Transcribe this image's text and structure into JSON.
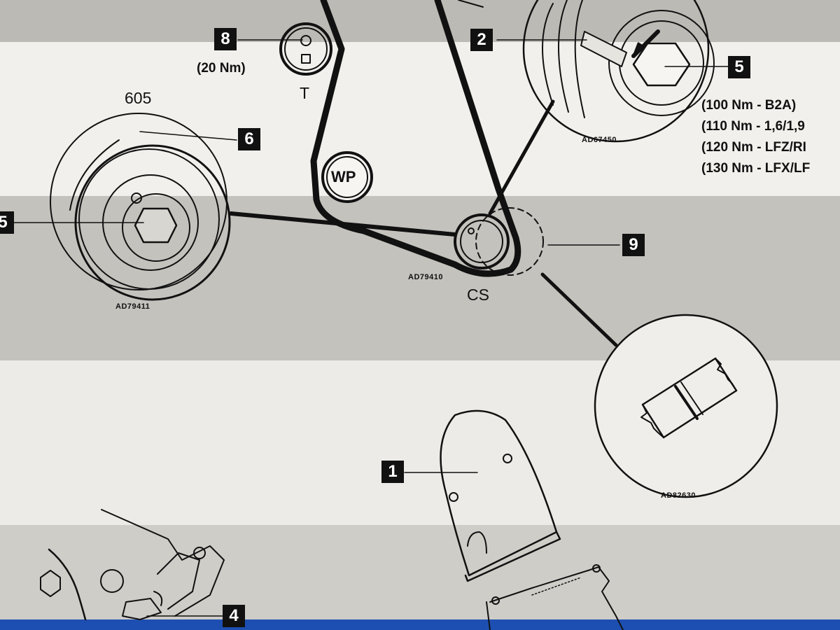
{
  "page": {
    "background_bands": [
      "#bcbab5",
      "#f1f0ec",
      "#c4c2bd",
      "#ecebe7",
      "#cfcdc8",
      "#1d4fb2"
    ]
  },
  "callouts": {
    "c1": "1",
    "c2": "2",
    "c4": "4",
    "c5_left": "5",
    "c5_right": "5",
    "c6": "6",
    "c8": "8",
    "c9": "9"
  },
  "labels": {
    "tensioner_torque": "(20 Nm)",
    "tensioner": "T",
    "water_pump": "WP",
    "crankshaft": "CS",
    "pulley_605": "605"
  },
  "figure_codes": {
    "cam_pulley": "AD67450",
    "left_pulley": "AD79411",
    "crank_pulley": "AD79410",
    "detail": "AD82630"
  },
  "torque_specs": [
    "(100 Nm - B2A)",
    "(110 Nm - 1,6/1,9",
    "(120 Nm - LFZ/RI",
    "(130 Nm - LFX/LF"
  ],
  "icons": {
    "belt": "timing-belt-line",
    "cover": "timing-cover-drawing",
    "detail": "belt-alignment-detail-icon"
  }
}
